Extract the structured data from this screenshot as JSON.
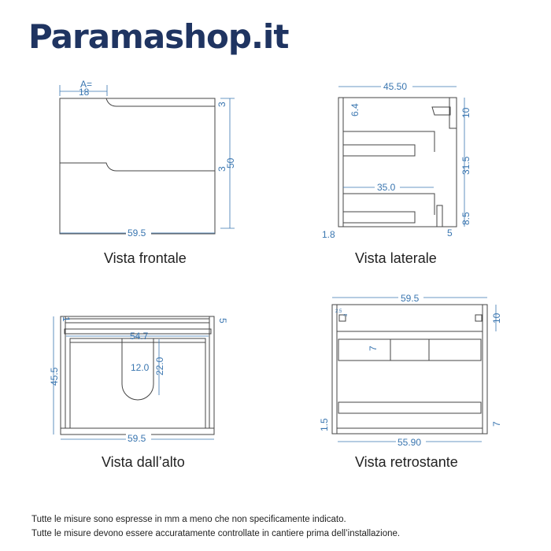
{
  "brand": "Paramashop.it",
  "colors": {
    "brand": "#1f3461",
    "dimension": "#3a76b0"
  },
  "views": {
    "front": {
      "caption": "Vista frontale",
      "dims": {
        "a_label": "A=",
        "a": "18",
        "groove1": "3",
        "groove2": "3",
        "height": "50",
        "width": "59.5"
      }
    },
    "side": {
      "caption": "Vista laterale",
      "dims": {
        "depth": "45.50",
        "top_offset": "6.4",
        "rail": "35.0",
        "top": "10",
        "mid": "31.5",
        "bottom": "8.5",
        "front": "1.8",
        "back": "5"
      }
    },
    "top": {
      "caption": "Vista dall’alto",
      "dims": {
        "back_gap": "1",
        "back_strip": "5",
        "inner_width": "54.7",
        "cutout_width": "12.0",
        "cutout_depth": "22.0",
        "depth": "45.5",
        "width": "59.5"
      }
    },
    "back": {
      "caption": "Vista retrostante",
      "dims": {
        "width": "59.5",
        "hook_x": "2.5",
        "hook_y": "3",
        "top": "10",
        "rail": "7",
        "bottom_left": "1.5",
        "bottom_right": "7",
        "inner_width": "55.90"
      }
    }
  },
  "footer": [
    "Tutte le misure sono espresse in mm a meno che non specificamente indicato.",
    "Tutte le misure devono essere accuratamente controllate in cantiere prima dell’installazione."
  ]
}
